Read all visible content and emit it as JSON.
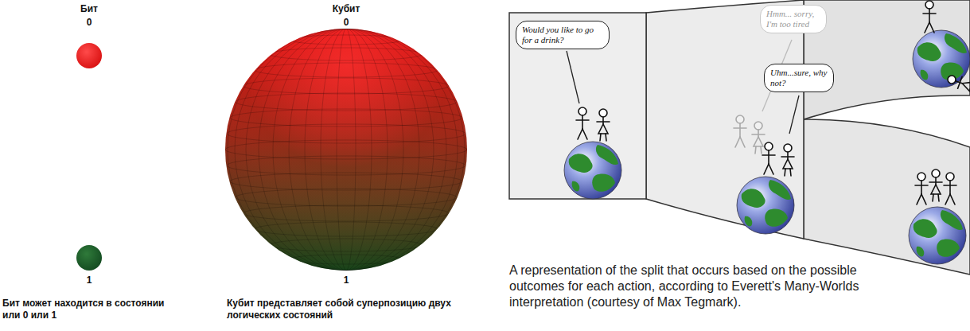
{
  "diagram": {
    "caption": "A representation of the split that occurs based on the possible outcomes for each action, according to Everett's Many-Worlds interpretation (courtesy of Max Tegmark).",
    "nodes": [
      {
        "text": [
          "Would you like to go for a drink?"
        ]
      },
      {
        "text": [
          "Hmm... sorry, I'm too tired"
        ]
      },
      {
        "text": [
          "Uhm...sure, why not?"
        ]
      }
    ],
    "labels": [
      "Бит",
      "0",
      "1",
      "Бит может находится в состоянии или 0 или 1",
      "Кубит",
      "0",
      "1",
      "Кубит представляет собой суперпозицию двух логических состояний"
    ]
  }
}
